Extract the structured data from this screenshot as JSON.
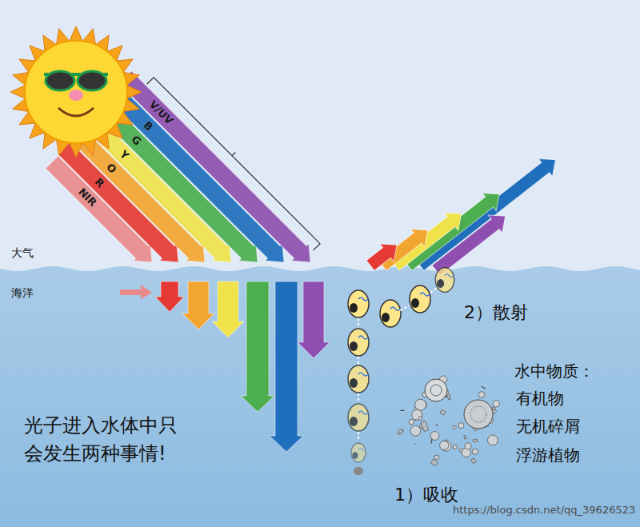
{
  "diagram": {
    "labels": [
      "V/UV",
      "B",
      "G",
      "Y",
      "O",
      "R",
      "NIR",
      "大气",
      "海洋",
      "2）散射",
      "水中物质：",
      "有机物",
      "无机碎屑",
      "浮游植物",
      "光子进入水体中只 会发生两种事情!",
      "1）吸收",
      "https://blog.csdn.net/qq_39626523"
    ]
  }
}
